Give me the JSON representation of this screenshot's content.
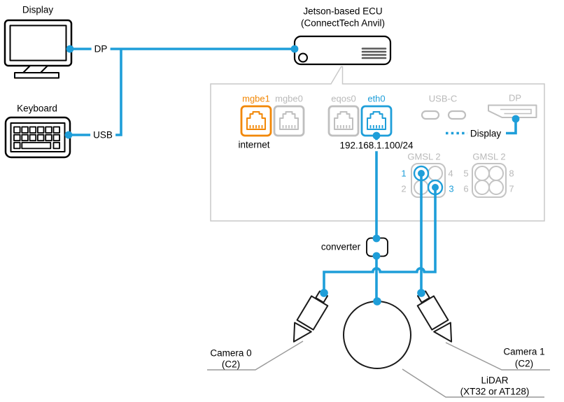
{
  "colors": {
    "accent_blue": "#1E9ED9",
    "accent_orange": "#F28705",
    "inactive_gray": "#BFBFBF",
    "panel_border": "#C9C9C9"
  },
  "peripherals": {
    "display": {
      "label": "Display",
      "cable_label": "DP"
    },
    "keyboard": {
      "label": "Keyboard",
      "cable_label": "USB"
    }
  },
  "ecu": {
    "title_line1": "Jetson-based ECU",
    "title_line2": "(ConnectTech Anvil)"
  },
  "io_panel": {
    "ethernet_ports": [
      {
        "name": "mgbe1",
        "caption": "internet",
        "state": "internet-uplink"
      },
      {
        "name": "mgbe0",
        "state": "unused"
      },
      {
        "name": "eqos0",
        "state": "unused"
      },
      {
        "name": "eth0",
        "caption": "192.168.1.100/24",
        "state": "sensor-network"
      }
    ],
    "usb_c_label": "USB-C",
    "dp_label": "DP",
    "dp_output_label": "Display",
    "gmsl_blocks": [
      {
        "label": "GMSL 2",
        "port_numbers": [
          "1",
          "2",
          "3",
          "4"
        ],
        "active_ports": [
          "1",
          "3"
        ]
      },
      {
        "label": "GMSL 2",
        "port_numbers": [
          "5",
          "6",
          "7",
          "8"
        ],
        "active_ports": []
      }
    ]
  },
  "converter": {
    "label": "converter"
  },
  "devices": {
    "camera0": {
      "label": "Camera 0",
      "variant": "(C2)"
    },
    "camera1": {
      "label": "Camera 1",
      "variant": "(C2)"
    },
    "lidar": {
      "label": "LiDAR",
      "variant": "(XT32 or AT128)"
    }
  }
}
